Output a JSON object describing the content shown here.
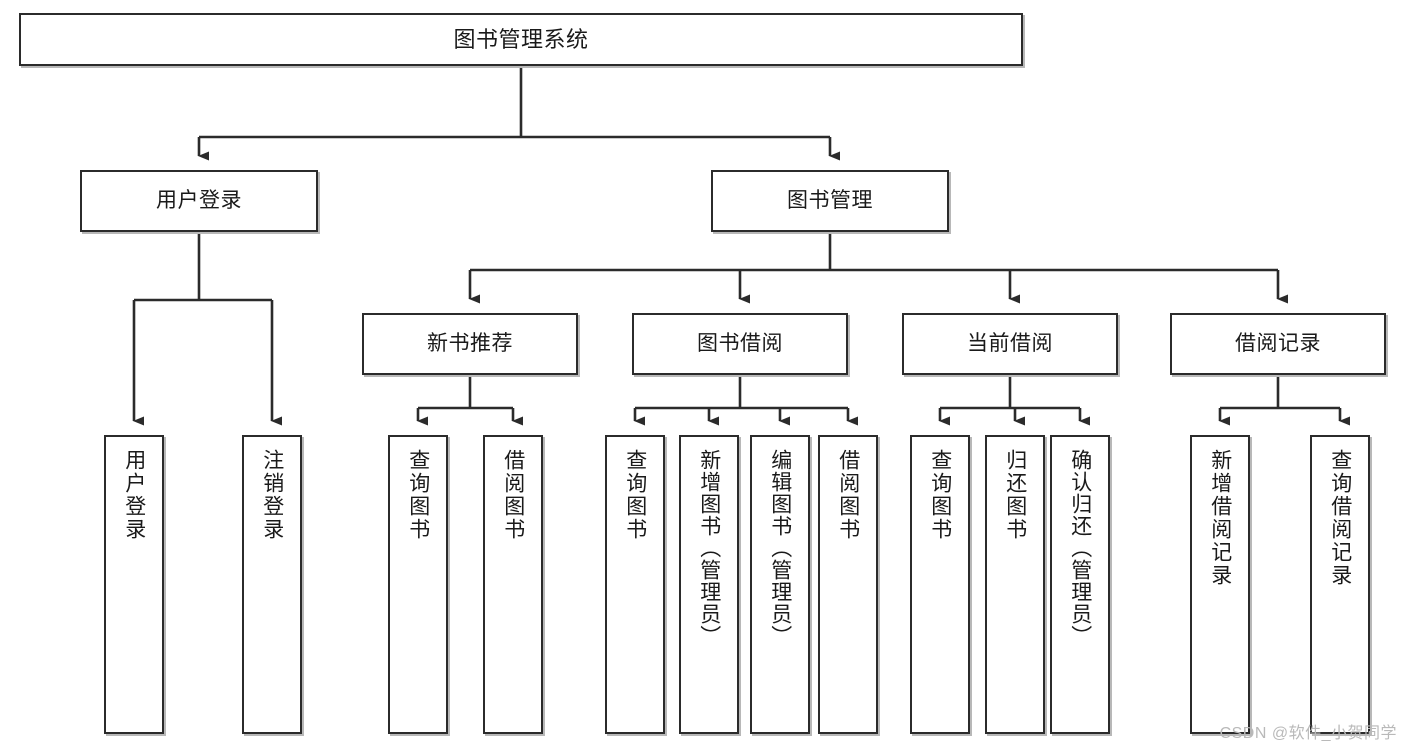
{
  "diagram": {
    "title": "图书管理系统",
    "type": "tree",
    "watermark": "CSDN @软件_小贺同学",
    "colors": {
      "stroke": "#2b2b2b",
      "fill": "#ffffff",
      "text": "#1a1a1a",
      "shadow": "#b8b8b8",
      "watermark": "#b9b9b9"
    },
    "levels": {
      "root": {
        "label": "图书管理系统"
      },
      "level2": [
        {
          "id": "user-login",
          "label": "用户登录"
        },
        {
          "id": "book-manage",
          "label": "图书管理"
        }
      ],
      "level3": [
        {
          "id": "new-book-recommend",
          "label": "新书推荐",
          "parent": "book-manage"
        },
        {
          "id": "book-borrow",
          "label": "图书借阅",
          "parent": "book-manage"
        },
        {
          "id": "current-borrow",
          "label": "当前借阅",
          "parent": "book-manage"
        },
        {
          "id": "borrow-record",
          "label": "借阅记录",
          "parent": "book-manage"
        }
      ],
      "leaves": [
        {
          "id": "leaf-user-login",
          "label": "用户登录",
          "parent": "user-login"
        },
        {
          "id": "leaf-user-logout",
          "label": "注销登录",
          "parent": "user-login"
        },
        {
          "id": "leaf-query-book-1",
          "label": "查询图书",
          "parent": "new-book-recommend"
        },
        {
          "id": "leaf-borrow-book-1",
          "label": "借阅图书",
          "parent": "new-book-recommend"
        },
        {
          "id": "leaf-query-book-2",
          "label": "查询图书",
          "parent": "book-borrow"
        },
        {
          "id": "leaf-add-book",
          "label": "新增图书（管理员）",
          "parent": "book-borrow"
        },
        {
          "id": "leaf-edit-book",
          "label": "编辑图书（管理员）",
          "parent": "book-borrow"
        },
        {
          "id": "leaf-borrow-book-2",
          "label": "借阅图书",
          "parent": "book-borrow"
        },
        {
          "id": "leaf-query-book-3",
          "label": "查询图书",
          "parent": "current-borrow"
        },
        {
          "id": "leaf-return-book",
          "label": "归还图书",
          "parent": "current-borrow"
        },
        {
          "id": "leaf-confirm-return",
          "label": "确认归还（管理员）",
          "parent": "current-borrow"
        },
        {
          "id": "leaf-add-record",
          "label": "新增借阅记录",
          "parent": "borrow-record"
        },
        {
          "id": "leaf-query-record",
          "label": "查询借阅记录",
          "parent": "borrow-record"
        }
      ]
    }
  }
}
